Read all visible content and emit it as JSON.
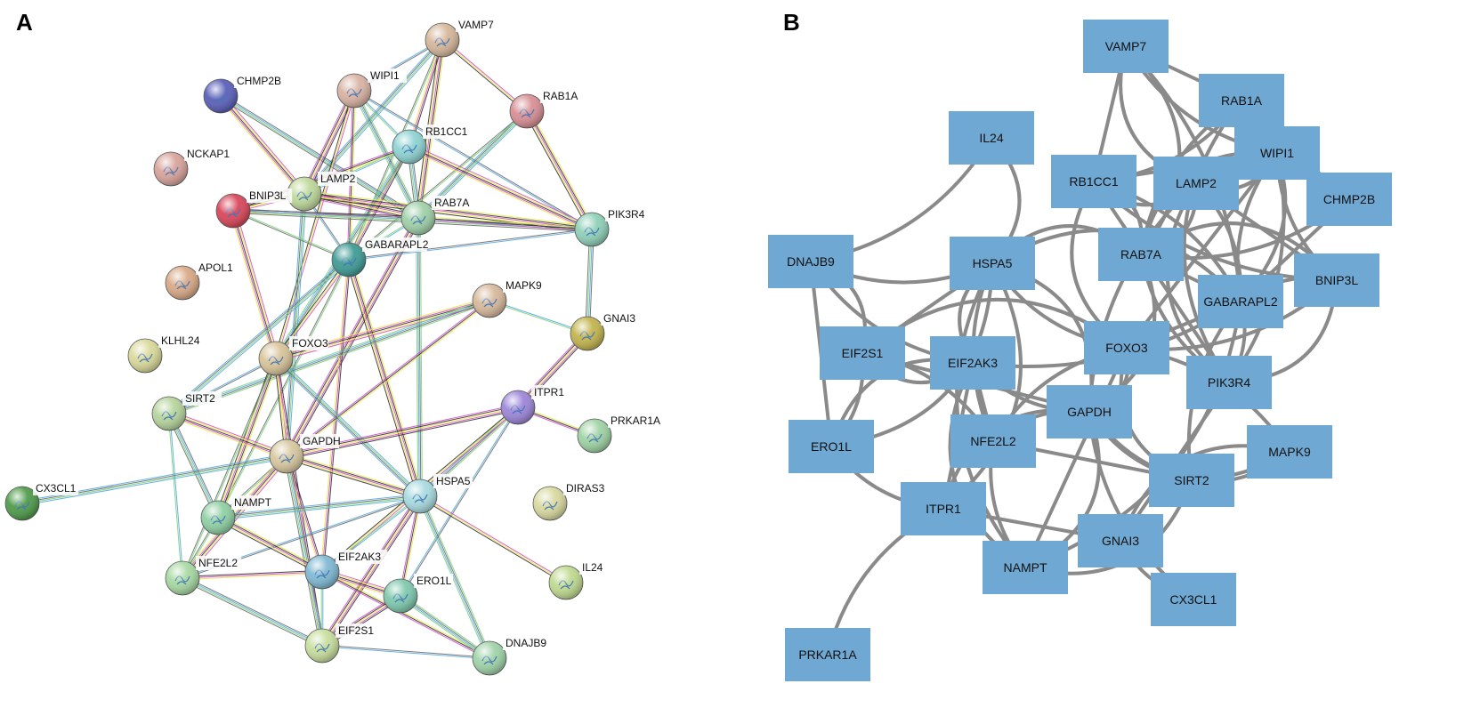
{
  "panelA": {
    "letter": "A",
    "nodes": [
      {
        "id": "VAMP7",
        "label": "VAMP7",
        "color": "#d6b79a"
      },
      {
        "id": "CHMP2B",
        "label": "CHMP2B",
        "color": "#5a5fb8"
      },
      {
        "id": "WIPI1",
        "label": "WIPI1",
        "color": "#d9b3a3"
      },
      {
        "id": "RAB1A",
        "label": "RAB1A",
        "color": "#d88f94"
      },
      {
        "id": "NCKAP1",
        "label": "NCKAP1",
        "color": "#d8a39b"
      },
      {
        "id": "RB1CC1",
        "label": "RB1CC1",
        "color": "#8fd3d3"
      },
      {
        "id": "LAMP2",
        "label": "LAMP2",
        "color": "#bfd99a"
      },
      {
        "id": "BNIP3L",
        "label": "BNIP3L",
        "color": "#d9465a"
      },
      {
        "id": "RAB7A",
        "label": "RAB7A",
        "color": "#9fd0a8"
      },
      {
        "id": "PIK3R4",
        "label": "PIK3R4",
        "color": "#8fd0b8"
      },
      {
        "id": "GABARAPL2",
        "label": "GABARAPL2",
        "color": "#3f9b95"
      },
      {
        "id": "APOL1",
        "label": "APOL1",
        "color": "#d9a987"
      },
      {
        "id": "MAPK9",
        "label": "MAPK9",
        "color": "#d6b99c"
      },
      {
        "id": "GNAI3",
        "label": "GNAI3",
        "color": "#c3b44e"
      },
      {
        "id": "KLHL24",
        "label": "KLHL24",
        "color": "#d9d99a"
      },
      {
        "id": "FOXO3",
        "label": "FOXO3",
        "color": "#d8c49a"
      },
      {
        "id": "SIRT2",
        "label": "SIRT2",
        "color": "#b6d49c"
      },
      {
        "id": "ITPR1",
        "label": "ITPR1",
        "color": "#9d86d9"
      },
      {
        "id": "PRKAR1A",
        "label": "PRKAR1A",
        "color": "#9fd3a3"
      },
      {
        "id": "GAPDH",
        "label": "GAPDH",
        "color": "#d8c8a0"
      },
      {
        "id": "CX3CL1",
        "label": "CX3CL1",
        "color": "#4f9b4a"
      },
      {
        "id": "HSPA5",
        "label": "HSPA5",
        "color": "#a8dbe0"
      },
      {
        "id": "DIRAS3",
        "label": "DIRAS3",
        "color": "#d9d9a0"
      },
      {
        "id": "NAMPT",
        "label": "NAMPT",
        "color": "#8fd0a3"
      },
      {
        "id": "NFE2L2",
        "label": "NFE2L2",
        "color": "#a8d9a3"
      },
      {
        "id": "EIF2AK3",
        "label": "EIF2AK3",
        "color": "#7fb9d3"
      },
      {
        "id": "ERO1L",
        "label": "ERO1L",
        "color": "#7fc9ad"
      },
      {
        "id": "IL24",
        "label": "IL24",
        "color": "#bfd98f"
      },
      {
        "id": "EIF2S1",
        "label": "EIF2S1",
        "color": "#c7de9c"
      },
      {
        "id": "DNAJB9",
        "label": "DNAJB9",
        "color": "#9fd3a8"
      }
    ],
    "edges": [
      [
        "VAMP7",
        "WIPI1"
      ],
      [
        "VAMP7",
        "RAB1A"
      ],
      [
        "VAMP7",
        "LAMP2"
      ],
      [
        "VAMP7",
        "RAB7A"
      ],
      [
        "VAMP7",
        "GABARAPL2"
      ],
      [
        "VAMP7",
        "RB1CC1"
      ],
      [
        "CHMP2B",
        "RAB7A"
      ],
      [
        "CHMP2B",
        "LAMP2"
      ],
      [
        "WIPI1",
        "RB1CC1"
      ],
      [
        "WIPI1",
        "GABARAPL2"
      ],
      [
        "WIPI1",
        "RAB7A"
      ],
      [
        "WIPI1",
        "LAMP2"
      ],
      [
        "WIPI1",
        "PIK3R4"
      ],
      [
        "WIPI1",
        "FOXO3"
      ],
      [
        "RAB1A",
        "RAB7A"
      ],
      [
        "RAB1A",
        "PIK3R4"
      ],
      [
        "RAB1A",
        "GABARAPL2"
      ],
      [
        "RB1CC1",
        "GABARAPL2"
      ],
      [
        "RB1CC1",
        "RAB7A"
      ],
      [
        "RB1CC1",
        "PIK3R4"
      ],
      [
        "RB1CC1",
        "LAMP2"
      ],
      [
        "RB1CC1",
        "BNIP3L"
      ],
      [
        "RB1CC1",
        "FOXO3"
      ],
      [
        "LAMP2",
        "RAB7A"
      ],
      [
        "LAMP2",
        "GABARAPL2"
      ],
      [
        "LAMP2",
        "BNIP3L"
      ],
      [
        "LAMP2",
        "GAPDH"
      ],
      [
        "LAMP2",
        "PIK3R4"
      ],
      [
        "BNIP3L",
        "GABARAPL2"
      ],
      [
        "BNIP3L",
        "RAB7A"
      ],
      [
        "BNIP3L",
        "PIK3R4"
      ],
      [
        "BNIP3L",
        "FOXO3"
      ],
      [
        "RAB7A",
        "GABARAPL2"
      ],
      [
        "RAB7A",
        "PIK3R4"
      ],
      [
        "RAB7A",
        "HSPA5"
      ],
      [
        "RAB7A",
        "GAPDH"
      ],
      [
        "GABARAPL2",
        "PIK3R4"
      ],
      [
        "GABARAPL2",
        "FOXO3"
      ],
      [
        "GABARAPL2",
        "SIRT2"
      ],
      [
        "GABARAPL2",
        "HSPA5"
      ],
      [
        "GABARAPL2",
        "NAMPT"
      ],
      [
        "GABARAPL2",
        "EIF2AK3"
      ],
      [
        "PIK3R4",
        "GNAI3"
      ],
      [
        "MAPK9",
        "FOXO3"
      ],
      [
        "MAPK9",
        "GNAI3"
      ],
      [
        "MAPK9",
        "GAPDH"
      ],
      [
        "MAPK9",
        "SIRT2"
      ],
      [
        "GNAI3",
        "ITPR1"
      ],
      [
        "FOXO3",
        "SIRT2"
      ],
      [
        "FOXO3",
        "GAPDH"
      ],
      [
        "FOXO3",
        "HSPA5"
      ],
      [
        "FOXO3",
        "NAMPT"
      ],
      [
        "FOXO3",
        "NFE2L2"
      ],
      [
        "FOXO3",
        "EIF2S1"
      ],
      [
        "SIRT2",
        "NAMPT"
      ],
      [
        "SIRT2",
        "GAPDH"
      ],
      [
        "SIRT2",
        "NFE2L2"
      ],
      [
        "ITPR1",
        "PRKAR1A"
      ],
      [
        "ITPR1",
        "HSPA5"
      ],
      [
        "ITPR1",
        "GAPDH"
      ],
      [
        "ITPR1",
        "ERO1L"
      ],
      [
        "ITPR1",
        "EIF2AK3"
      ],
      [
        "GAPDH",
        "CX3CL1"
      ],
      [
        "GAPDH",
        "HSPA5"
      ],
      [
        "GAPDH",
        "NAMPT"
      ],
      [
        "GAPDH",
        "EIF2AK3"
      ],
      [
        "GAPDH",
        "EIF2S1"
      ],
      [
        "GAPDH",
        "NFE2L2"
      ],
      [
        "HSPA5",
        "EIF2AK3"
      ],
      [
        "HSPA5",
        "ERO1L"
      ],
      [
        "HSPA5",
        "DNAJB9"
      ],
      [
        "HSPA5",
        "EIF2S1"
      ],
      [
        "HSPA5",
        "NFE2L2"
      ],
      [
        "HSPA5",
        "IL24"
      ],
      [
        "HSPA5",
        "NAMPT"
      ],
      [
        "NAMPT",
        "EIF2AK3"
      ],
      [
        "NAMPT",
        "NFE2L2"
      ],
      [
        "NFE2L2",
        "EIF2AK3"
      ],
      [
        "NFE2L2",
        "EIF2S1"
      ],
      [
        "EIF2AK3",
        "ERO1L"
      ],
      [
        "EIF2AK3",
        "EIF2S1"
      ],
      [
        "EIF2AK3",
        "DNAJB9"
      ],
      [
        "ERO1L",
        "DNAJB9"
      ],
      [
        "ERO1L",
        "EIF2S1"
      ],
      [
        "EIF2S1",
        "DNAJB9"
      ]
    ],
    "edgeColors": [
      "#6b6b6b",
      "#d34fc6",
      "#57a8e0",
      "#e8e84a",
      "#7ad07a",
      "#333333"
    ]
  },
  "panelB": {
    "letter": "B",
    "nodeColor": "#6fa8d2",
    "edgeColor": "#8a8a8a",
    "nodes": [
      {
        "id": "VAMP7",
        "label": "VAMP7"
      },
      {
        "id": "RAB1A",
        "label": "RAB1A"
      },
      {
        "id": "IL24",
        "label": "IL24"
      },
      {
        "id": "WIPI1",
        "label": "WIPI1"
      },
      {
        "id": "RB1CC1",
        "label": "RB1CC1"
      },
      {
        "id": "LAMP2",
        "label": "LAMP2"
      },
      {
        "id": "CHMP2B",
        "label": "CHMP2B"
      },
      {
        "id": "DNAJB9",
        "label": "DNAJB9"
      },
      {
        "id": "HSPA5",
        "label": "HSPA5"
      },
      {
        "id": "RAB7A",
        "label": "RAB7A"
      },
      {
        "id": "BNIP3L",
        "label": "BNIP3L"
      },
      {
        "id": "GABARAPL2",
        "label": "GABARAPL2"
      },
      {
        "id": "EIF2S1",
        "label": "EIF2S1"
      },
      {
        "id": "EIF2AK3",
        "label": "EIF2AK3"
      },
      {
        "id": "FOXO3",
        "label": "FOXO3"
      },
      {
        "id": "PIK3R4",
        "label": "PIK3R4"
      },
      {
        "id": "GAPDH",
        "label": "GAPDH"
      },
      {
        "id": "ERO1L",
        "label": "ERO1L"
      },
      {
        "id": "NFE2L2",
        "label": "NFE2L2"
      },
      {
        "id": "MAPK9",
        "label": "MAPK9"
      },
      {
        "id": "SIRT2",
        "label": "SIRT2"
      },
      {
        "id": "ITPR1",
        "label": "ITPR1"
      },
      {
        "id": "GNAI3",
        "label": "GNAI3"
      },
      {
        "id": "NAMPT",
        "label": "NAMPT"
      },
      {
        "id": "CX3CL1",
        "label": "CX3CL1"
      },
      {
        "id": "PRKAR1A",
        "label": "PRKAR1A"
      }
    ],
    "edges": [
      [
        "IL24",
        "HSPA5"
      ],
      [
        "IL24",
        "DNAJB9"
      ],
      [
        "VAMP7",
        "RAB1A"
      ],
      [
        "VAMP7",
        "WIPI1"
      ],
      [
        "VAMP7",
        "LAMP2"
      ],
      [
        "VAMP7",
        "RAB7A"
      ],
      [
        "VAMP7",
        "GABARAPL2"
      ],
      [
        "VAMP7",
        "RB1CC1"
      ],
      [
        "RAB1A",
        "RAB7A"
      ],
      [
        "RAB1A",
        "PIK3R4"
      ],
      [
        "RAB1A",
        "GABARAPL2"
      ],
      [
        "RAB1A",
        "RB1CC1"
      ],
      [
        "WIPI1",
        "RB1CC1"
      ],
      [
        "WIPI1",
        "GABARAPL2"
      ],
      [
        "WIPI1",
        "RAB7A"
      ],
      [
        "WIPI1",
        "LAMP2"
      ],
      [
        "WIPI1",
        "PIK3R4"
      ],
      [
        "WIPI1",
        "FOXO3"
      ],
      [
        "WIPI1",
        "BNIP3L"
      ],
      [
        "RB1CC1",
        "LAMP2"
      ],
      [
        "RB1CC1",
        "RAB7A"
      ],
      [
        "RB1CC1",
        "GABARAPL2"
      ],
      [
        "RB1CC1",
        "PIK3R4"
      ],
      [
        "RB1CC1",
        "BNIP3L"
      ],
      [
        "RB1CC1",
        "FOXO3"
      ],
      [
        "LAMP2",
        "RAB7A"
      ],
      [
        "LAMP2",
        "GABARAPL2"
      ],
      [
        "LAMP2",
        "BNIP3L"
      ],
      [
        "LAMP2",
        "GAPDH"
      ],
      [
        "LAMP2",
        "PIK3R4"
      ],
      [
        "LAMP2",
        "CHMP2B"
      ],
      [
        "CHMP2B",
        "RAB7A"
      ],
      [
        "CHMP2B",
        "GABARAPL2"
      ],
      [
        "BNIP3L",
        "GABARAPL2"
      ],
      [
        "BNIP3L",
        "RAB7A"
      ],
      [
        "BNIP3L",
        "PIK3R4"
      ],
      [
        "BNIP3L",
        "FOXO3"
      ],
      [
        "RAB7A",
        "GABARAPL2"
      ],
      [
        "RAB7A",
        "PIK3R4"
      ],
      [
        "RAB7A",
        "HSPA5"
      ],
      [
        "RAB7A",
        "GAPDH"
      ],
      [
        "GABARAPL2",
        "PIK3R4"
      ],
      [
        "GABARAPL2",
        "FOXO3"
      ],
      [
        "GABARAPL2",
        "SIRT2"
      ],
      [
        "GABARAPL2",
        "HSPA5"
      ],
      [
        "GABARAPL2",
        "NAMPT"
      ],
      [
        "GABARAPL2",
        "EIF2AK3"
      ],
      [
        "PIK3R4",
        "GNAI3"
      ],
      [
        "MAPK9",
        "FOXO3"
      ],
      [
        "MAPK9",
        "GNAI3"
      ],
      [
        "MAPK9",
        "GAPDH"
      ],
      [
        "MAPK9",
        "SIRT2"
      ],
      [
        "GNAI3",
        "ITPR1"
      ],
      [
        "GNAI3",
        "CX3CL1"
      ],
      [
        "FOXO3",
        "SIRT2"
      ],
      [
        "FOXO3",
        "GAPDH"
      ],
      [
        "FOXO3",
        "HSPA5"
      ],
      [
        "FOXO3",
        "NAMPT"
      ],
      [
        "FOXO3",
        "NFE2L2"
      ],
      [
        "FOXO3",
        "EIF2S1"
      ],
      [
        "SIRT2",
        "NAMPT"
      ],
      [
        "SIRT2",
        "GAPDH"
      ],
      [
        "SIRT2",
        "NFE2L2"
      ],
      [
        "ITPR1",
        "PRKAR1A"
      ],
      [
        "ITPR1",
        "HSPA5"
      ],
      [
        "ITPR1",
        "GAPDH"
      ],
      [
        "ITPR1",
        "ERO1L"
      ],
      [
        "ITPR1",
        "EIF2AK3"
      ],
      [
        "GAPDH",
        "CX3CL1"
      ],
      [
        "GAPDH",
        "HSPA5"
      ],
      [
        "GAPDH",
        "NAMPT"
      ],
      [
        "GAPDH",
        "EIF2AK3"
      ],
      [
        "GAPDH",
        "EIF2S1"
      ],
      [
        "GAPDH",
        "NFE2L2"
      ],
      [
        "HSPA5",
        "EIF2AK3"
      ],
      [
        "HSPA5",
        "ERO1L"
      ],
      [
        "HSPA5",
        "DNAJB9"
      ],
      [
        "HSPA5",
        "EIF2S1"
      ],
      [
        "HSPA5",
        "NFE2L2"
      ],
      [
        "HSPA5",
        "NAMPT"
      ],
      [
        "NAMPT",
        "EIF2AK3"
      ],
      [
        "NAMPT",
        "NFE2L2"
      ],
      [
        "NFE2L2",
        "EIF2AK3"
      ],
      [
        "NFE2L2",
        "EIF2S1"
      ],
      [
        "EIF2AK3",
        "ERO1L"
      ],
      [
        "EIF2AK3",
        "EIF2S1"
      ],
      [
        "EIF2AK3",
        "DNAJB9"
      ],
      [
        "ERO1L",
        "DNAJB9"
      ],
      [
        "ERO1L",
        "EIF2S1"
      ],
      [
        "EIF2S1",
        "DNAJB9"
      ]
    ]
  }
}
